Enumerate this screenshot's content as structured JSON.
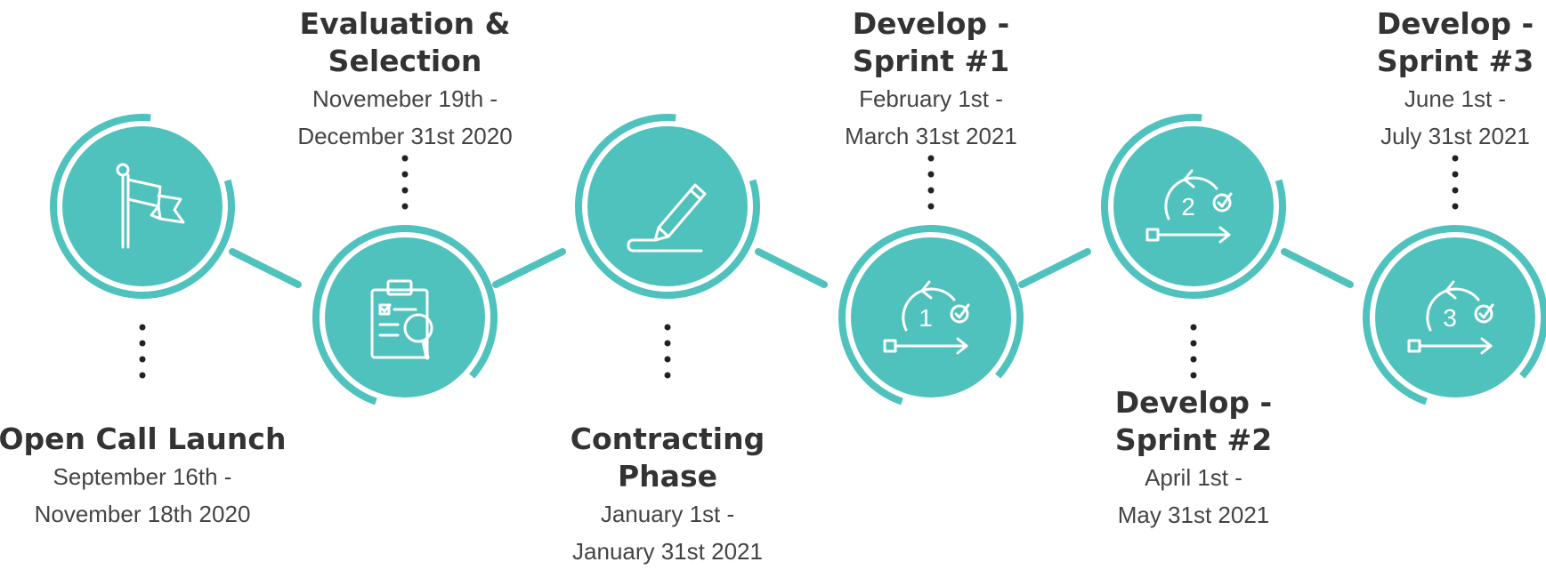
{
  "theme": {
    "accent": "#4fc2bd",
    "dots": "#222222",
    "text": "#333333"
  },
  "phases": [
    {
      "title": [
        "Open Call Launch"
      ],
      "dates": [
        "September 16th -",
        "November 18th 2020"
      ],
      "icon": "flag-icon"
    },
    {
      "title": [
        "Evaluation &",
        "Selection"
      ],
      "dates": [
        "Novemeber 19th -",
        "December 31st 2020"
      ],
      "icon": "clipboard-search-icon"
    },
    {
      "title": [
        "Contracting Phase"
      ],
      "dates": [
        "January 1st -",
        "January 31st 2021"
      ],
      "icon": "signature-pen-icon"
    },
    {
      "title": [
        "Develop -",
        "Sprint #1"
      ],
      "dates": [
        "February 1st -",
        "March 31st 2021"
      ],
      "icon": "sprint-cycle-icon",
      "number": "1"
    },
    {
      "title": [
        "Develop -",
        "Sprint #2"
      ],
      "dates": [
        "April 1st -",
        "May 31st 2021"
      ],
      "icon": "sprint-cycle-icon",
      "number": "2"
    },
    {
      "title": [
        "Develop -",
        "Sprint #3"
      ],
      "dates": [
        "June 1st -",
        "July 31st 2021"
      ],
      "icon": "sprint-cycle-icon",
      "number": "3"
    }
  ]
}
